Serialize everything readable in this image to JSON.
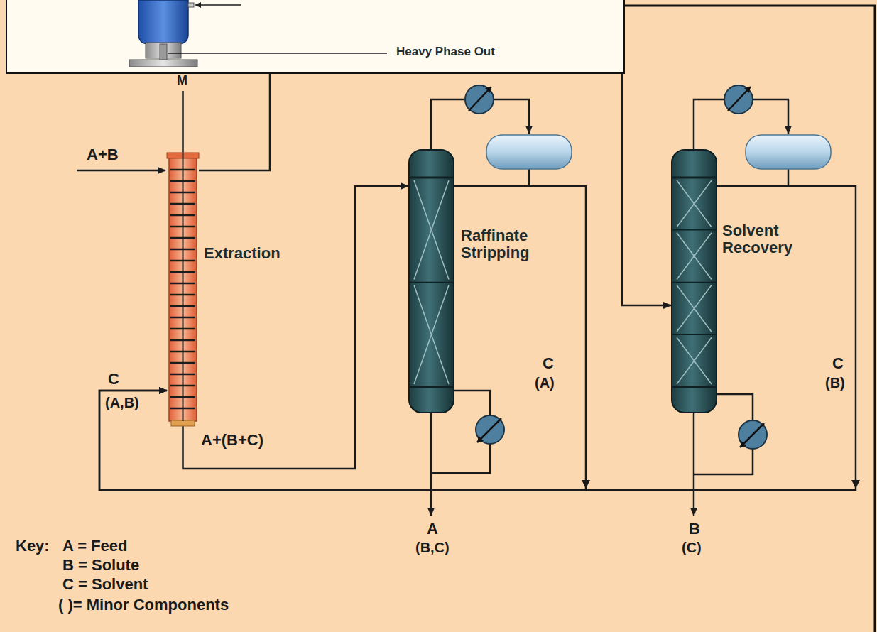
{
  "diagram": {
    "nodes": [
      {
        "text": [
          "Heavy Phase Out"
        ]
      },
      {
        "text": [
          "Extraction"
        ]
      },
      {
        "text": [
          "Raffinate Stripping"
        ]
      },
      {
        "text": [
          "Solvent Recovery"
        ]
      }
    ],
    "edges": [
      {
        "from": 1,
        "to": 2,
        "arrow": "to"
      },
      {
        "from": 1,
        "to": 0,
        "arrow": "none"
      },
      {
        "from": 0,
        "to": 3,
        "arrow": "to"
      },
      {
        "from": 2,
        "to": 1,
        "arrow": "to"
      },
      {
        "from": 3,
        "to": 1,
        "arrow": "to"
      }
    ],
    "labels": [
      "M",
      "A+B",
      "C",
      "(A,B)",
      "A+(B+C)",
      "C",
      "(A)",
      "A",
      "(B,C)",
      "C",
      "(B)",
      "B",
      "(C)",
      "Key:",
      "A = Feed",
      "B = Solute",
      "C = Solvent",
      "( )= Minor Components"
    ]
  }
}
